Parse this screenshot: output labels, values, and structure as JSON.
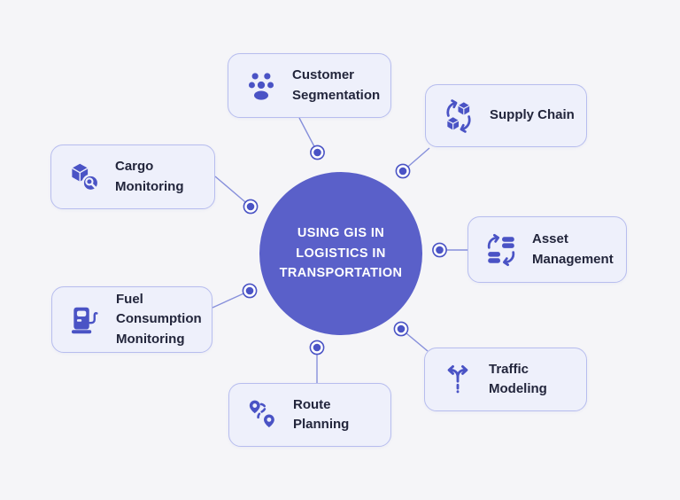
{
  "diagram": {
    "center": {
      "label": "USING GIS IN\nLOGISTICS IN\nTRANSPORTATION"
    },
    "nodes": [
      {
        "id": "customer-segmentation",
        "label": "Customer\nSegmentation",
        "icon": "customer-segmentation-icon"
      },
      {
        "id": "supply-chain",
        "label": "Supply Chain",
        "icon": "supply-chain-icon"
      },
      {
        "id": "asset-management",
        "label": "Asset\nManagement",
        "icon": "asset-management-icon"
      },
      {
        "id": "traffic-modeling",
        "label": "Traffic\nModeling",
        "icon": "traffic-modeling-icon"
      },
      {
        "id": "route-planning",
        "label": "Route\nPlanning",
        "icon": "route-planning-icon"
      },
      {
        "id": "fuel-consumption-monitoring",
        "label": "Fuel\nConsumption\nMonitoring",
        "icon": "fuel-pump-icon"
      },
      {
        "id": "cargo-monitoring",
        "label": "Cargo\nMonitoring",
        "icon": "cargo-search-icon"
      }
    ],
    "colors": {
      "background": "#f5f5f8",
      "card_background": "#eef0fb",
      "card_border": "#b7bdee",
      "accent": "#4a53c5",
      "center_circle": "#5a60c9",
      "connector_line": "#8790db",
      "label_text": "#23263c",
      "center_text": "#ffffff"
    }
  }
}
